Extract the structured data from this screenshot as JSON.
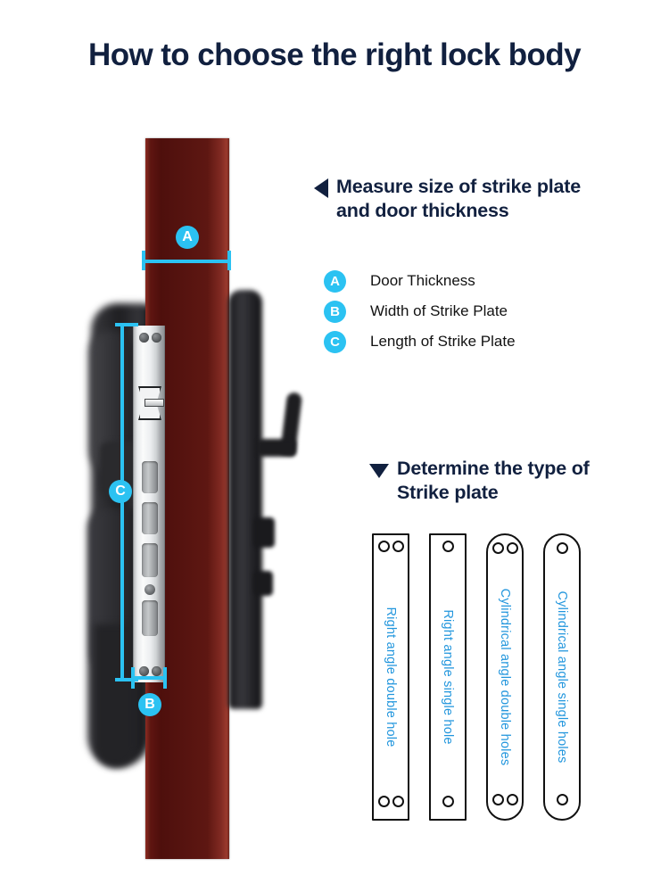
{
  "page": {
    "title": "How to choose the right lock body",
    "background_color": "#ffffff",
    "title_color": "#11203f",
    "accent_color": "#2bc2f2",
    "label_blue": "#2296dd",
    "door_color": "#571410"
  },
  "measure_section": {
    "arrow_icon": "triangle-left-icon",
    "heading_line1": "Measure size of strike plate",
    "heading_line2": "and door thickness",
    "legend": [
      {
        "marker": "A",
        "label": "Door Thickness"
      },
      {
        "marker": "B",
        "label": "Width of Strike Plate"
      },
      {
        "marker": "C",
        "label": "Length of Strike Plate"
      }
    ]
  },
  "type_section": {
    "arrow_icon": "triangle-down-icon",
    "heading_line1": "Determine the type of",
    "heading_line2": "Strike plate",
    "plates": [
      {
        "label": "Right angle double hole",
        "corner": "square",
        "holes": 2
      },
      {
        "label": "Right angle single hole",
        "corner": "square",
        "holes": 1
      },
      {
        "label": "Cylindrical angle double holes",
        "corner": "round",
        "holes": 2
      },
      {
        "label": "Cylindrical angle single holes",
        "corner": "round",
        "holes": 1
      }
    ]
  },
  "photo_markers": {
    "a": "A",
    "b": "B",
    "c": "C"
  }
}
